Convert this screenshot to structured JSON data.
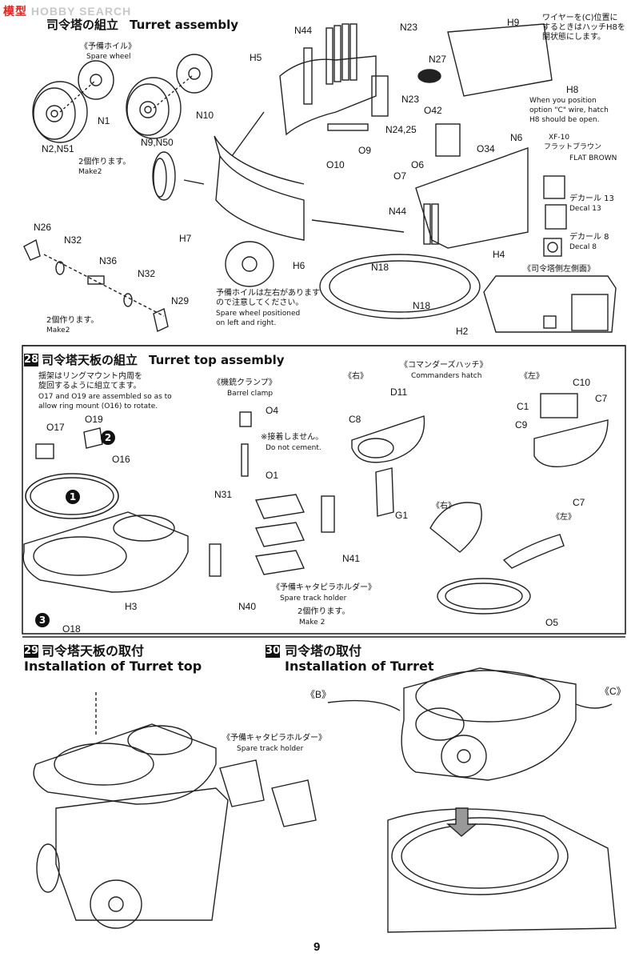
{
  "watermark": {
    "part1": "模型",
    "part2": "HOBBY SEARCH"
  },
  "step27": {
    "number": "",
    "title_jp": "司令塔の組立",
    "title_en": "Turret assembly"
  },
  "step28": {
    "number": "28",
    "title_jp": "司令塔天板の組立",
    "title_en": "Turret top assembly"
  },
  "step29": {
    "number": "29",
    "title_jp": "司令塔天板の取付",
    "title_en": "Installation of Turret top"
  },
  "step30": {
    "number": "30",
    "title_jp": "司令塔の取付",
    "title_en": "Installation of Turret"
  },
  "spare_wheel": {
    "jp": "《予備ホイル》",
    "en": "Spare wheel"
  },
  "make2_a": {
    "jp": "2個作ります。",
    "en": "Make2"
  },
  "make2_b": {
    "jp": "2個作ります。",
    "en": "Make2"
  },
  "wheel_note": {
    "jp1": "予備ホイルは左右があります",
    "jp2": "ので注意してください。",
    "en1": "Spare wheel positioned",
    "en2": "on left and right."
  },
  "wire_note": {
    "jp1": "ワイヤーを(C)位置に",
    "jp2": "するときはハッチH8を",
    "jp3": "開状態にします。",
    "en1": "When you position",
    "en2": "option \"C\" wire, hatch",
    "en3": "H8 should be open."
  },
  "paint": {
    "code": "XF-10",
    "jp": "フラットブラウン",
    "en": "FLAT BROWN"
  },
  "decal13": {
    "jp": "デカール 13",
    "en": "Decal 13"
  },
  "decal8": {
    "jp": "デカール 8",
    "en": "Decal 8"
  },
  "left_side": {
    "jp": "《司令塔側左側面》"
  },
  "step27_parts": {
    "N44a": "N44",
    "N23a": "N23",
    "H9": "H9",
    "H5": "H5",
    "N27": "N27",
    "H8": "H8",
    "N1": "N1",
    "N10": "N10",
    "N23b": "N23",
    "O42": "O42",
    "N2N51": "N2,N51",
    "N9N50": "N9,N50",
    "N2425": "N24,25",
    "N6": "N6",
    "O9": "O9",
    "O34": "O34",
    "O10": "O10",
    "O6": "O6",
    "O7": "O7",
    "N26": "N26",
    "N32a": "N32",
    "N36": "N36",
    "H7": "H7",
    "N44b": "N44",
    "H4": "H4",
    "N18a": "N18",
    "N18b": "N18",
    "N32b": "N32",
    "H6": "H6",
    "N29": "N29",
    "H2": "H2"
  },
  "step28_texts": {
    "note_jp1": "揺架はリングマウント内周を",
    "note_jp2": "旋回するように組立てます。",
    "note_en1": "O17 and O19 are assembled so as to",
    "note_en2": "allow ring mount (O16) to rotate.",
    "barrel_jp": "《機銃クランプ》",
    "barrel_en": "Barrel clamp",
    "cmd_jp": "《コマンダーズハッチ》",
    "cmd_en": "Commanders hatch",
    "right1": "《右》",
    "left1": "《左》",
    "right2": "《右》",
    "left2": "《左》",
    "nocement_jp": "※接着しません。",
    "nocement_en": "Do not cement.",
    "track_jp": "《予備キャタピラホルダー》",
    "track_en": "Spare track holder",
    "make2_jp": "2個作ります。",
    "make2_en": "Make 2"
  },
  "step28_parts": {
    "O17": "O17",
    "O19": "O19",
    "O16": "O16",
    "H3": "H3",
    "O18": "O18",
    "O4": "O4",
    "O1": "O1",
    "N31": "N31",
    "N41": "N41",
    "N40": "N40",
    "D11": "D11",
    "C8": "C8",
    "G1": "G1",
    "C10": "C10",
    "C1": "C1",
    "C7a": "C7",
    "C9": "C9",
    "C7b": "C7",
    "O5": "O5"
  },
  "circles": {
    "c1": "1",
    "c2": "2",
    "c3": "3"
  },
  "step29_texts": {
    "track_jp": "《予備キャタピラホルダー》",
    "track_en": "Spare track holder"
  },
  "step30_texts": {
    "B": "《B》",
    "C": "《C》"
  },
  "page_number": "9"
}
